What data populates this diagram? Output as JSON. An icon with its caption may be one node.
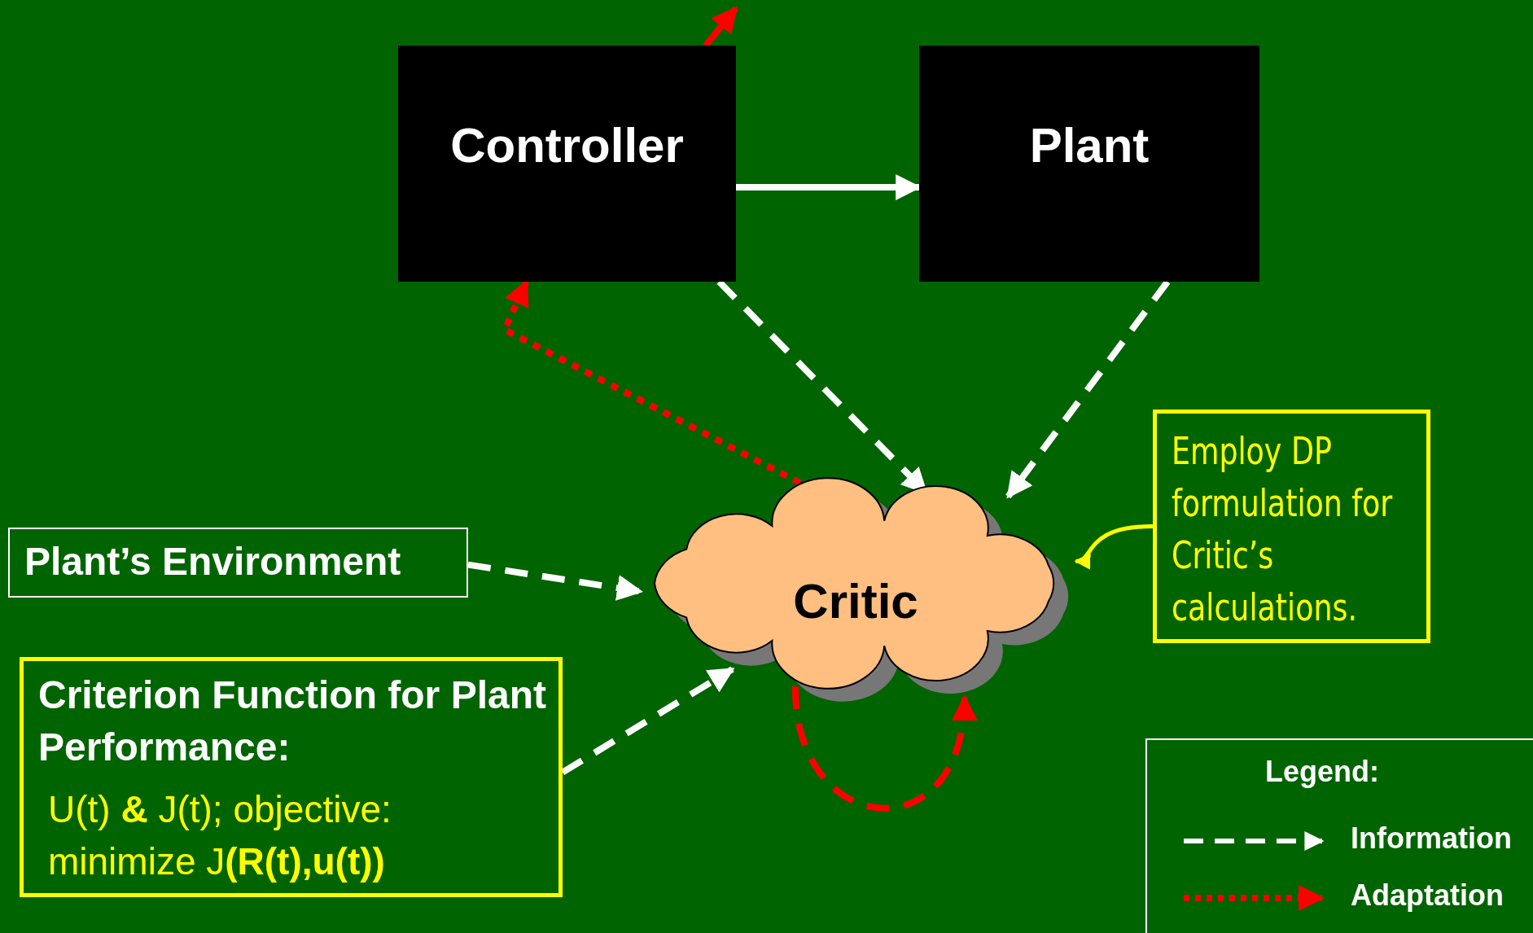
{
  "diagram": {
    "nodes": [
      {
        "text": [
          "Controller"
        ]
      },
      {
        "text": [
          "Plant"
        ]
      },
      {
        "text": [
          "Employ DP formulation for Critic’s calculations."
        ]
      },
      {
        "text": [
          "Plant’s Environment"
        ]
      },
      {
        "text": [
          "Critic"
        ]
      },
      {
        "text": [
          "Criterion Function for Plant Performance:",
          "U(t) **&** J(t); objective: minimize J**(R(t),u(t))**"
        ]
      }
    ],
    "edges": [
      {
        "from": 0,
        "to": 1,
        "arrow": "to"
      },
      {
        "from": 0,
        "to": 4,
        "arrow": "to",
        "style": "dashed"
      },
      {
        "from": 1,
        "to": 4,
        "arrow": "to",
        "style": "dashed"
      },
      {
        "from": 3,
        "to": 4,
        "arrow": "to",
        "style": "dashed"
      },
      {
        "from": 5,
        "to": 4,
        "arrow": "to",
        "style": "dashed"
      },
      {
        "from": 4,
        "to": 0,
        "arrow": "to",
        "style": "dashed",
        "color": "#ff0000"
      },
      {
        "from": 4,
        "to": 4,
        "arrow": "to",
        "style": "dashed",
        "color": "#ff0000"
      },
      {
        "from": 0,
        "to": null,
        "arrow": "to",
        "color": "#ff0000"
      },
      {
        "from": 2,
        "to": 4,
        "arrow": "to",
        "color": "#ffff00"
      }
    ],
    "labels": [
      "Legend:"
    ],
    "legend": [
      {
        "text": "Information"
      },
      {
        "text": "Adaptation"
      }
    ]
  }
}
